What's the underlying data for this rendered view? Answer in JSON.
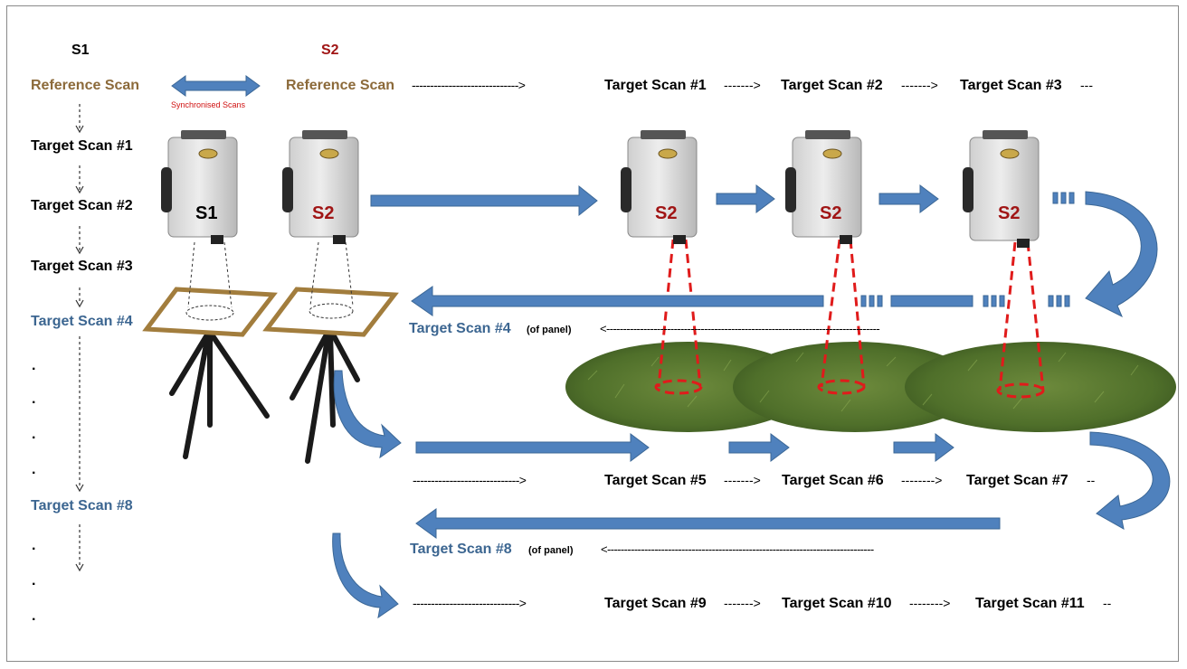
{
  "left_column": {
    "header": "S1",
    "reference": "Reference Scan",
    "targets": [
      "Target Scan #1",
      "Target Scan #2",
      "Target Scan #3"
    ],
    "target4": "Target Scan #4",
    "target8": "Target Scan #8",
    "dot": "."
  },
  "s2_header": "S2",
  "sync_label": "Synchronised Scans",
  "row1": {
    "reference": "Reference Scan",
    "dashes_a": "----------------------------->",
    "t1": "Target Scan #1",
    "dashes_b": "------->",
    "t2": "Target Scan #2",
    "dashes_c": "------->",
    "t3": "Target Scan #3",
    "tail": "---"
  },
  "row_panel_1": {
    "label": "Target Scan #4",
    "suffix": "(of panel)",
    "dashes": "<---------------------------------------------------------------------------------"
  },
  "row2": {
    "dashes_a": "----------------------------->",
    "t5": "Target Scan #5",
    "dashes_b": "------->",
    "t6": "Target Scan #6",
    "dashes_c": "-------->",
    "t7": "Target Scan #7",
    "tail": "--"
  },
  "row_panel_2": {
    "label": "Target Scan #8",
    "suffix": "(of panel)",
    "dashes": "<-------------------------------------------------------------------------------"
  },
  "row3": {
    "dashes_a": "----------------------------->",
    "t9": "Target Scan #9",
    "dashes_b": "------->",
    "t10": "Target Scan #10",
    "dashes_c": "-------->",
    "t11": "Target Scan #11",
    "tail": "--"
  },
  "device_labels": {
    "s1": "S1",
    "s2": "S2"
  },
  "colors": {
    "arrow_blue": "#4f81bd",
    "brown": "#8c6a3a",
    "dark_red": "#a01515",
    "scan_blue": "#3c6691",
    "field_green": "#4a6b2a"
  }
}
